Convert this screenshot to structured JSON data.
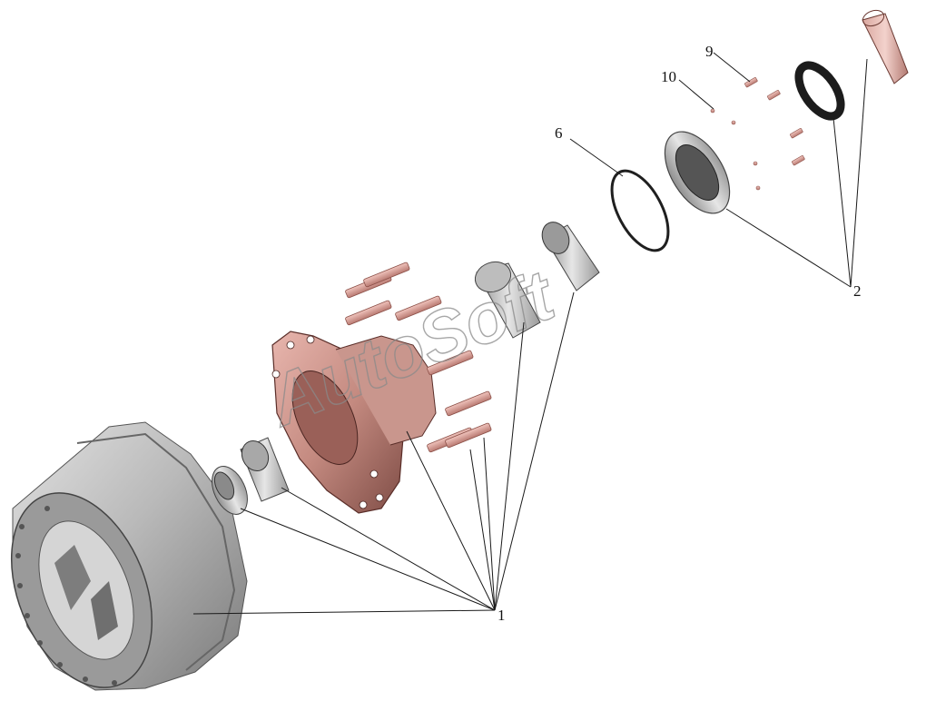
{
  "watermark": "AutoSoft",
  "callouts": {
    "c1": "1",
    "c2": "2",
    "c6": "6",
    "c9": "9",
    "c10": "10"
  },
  "colors": {
    "drum": "#b8b8b8",
    "hub": "#c98f86",
    "bearing": "#c2c2c2",
    "bolt": "#d99a92",
    "seal": "#1f1f1f"
  }
}
